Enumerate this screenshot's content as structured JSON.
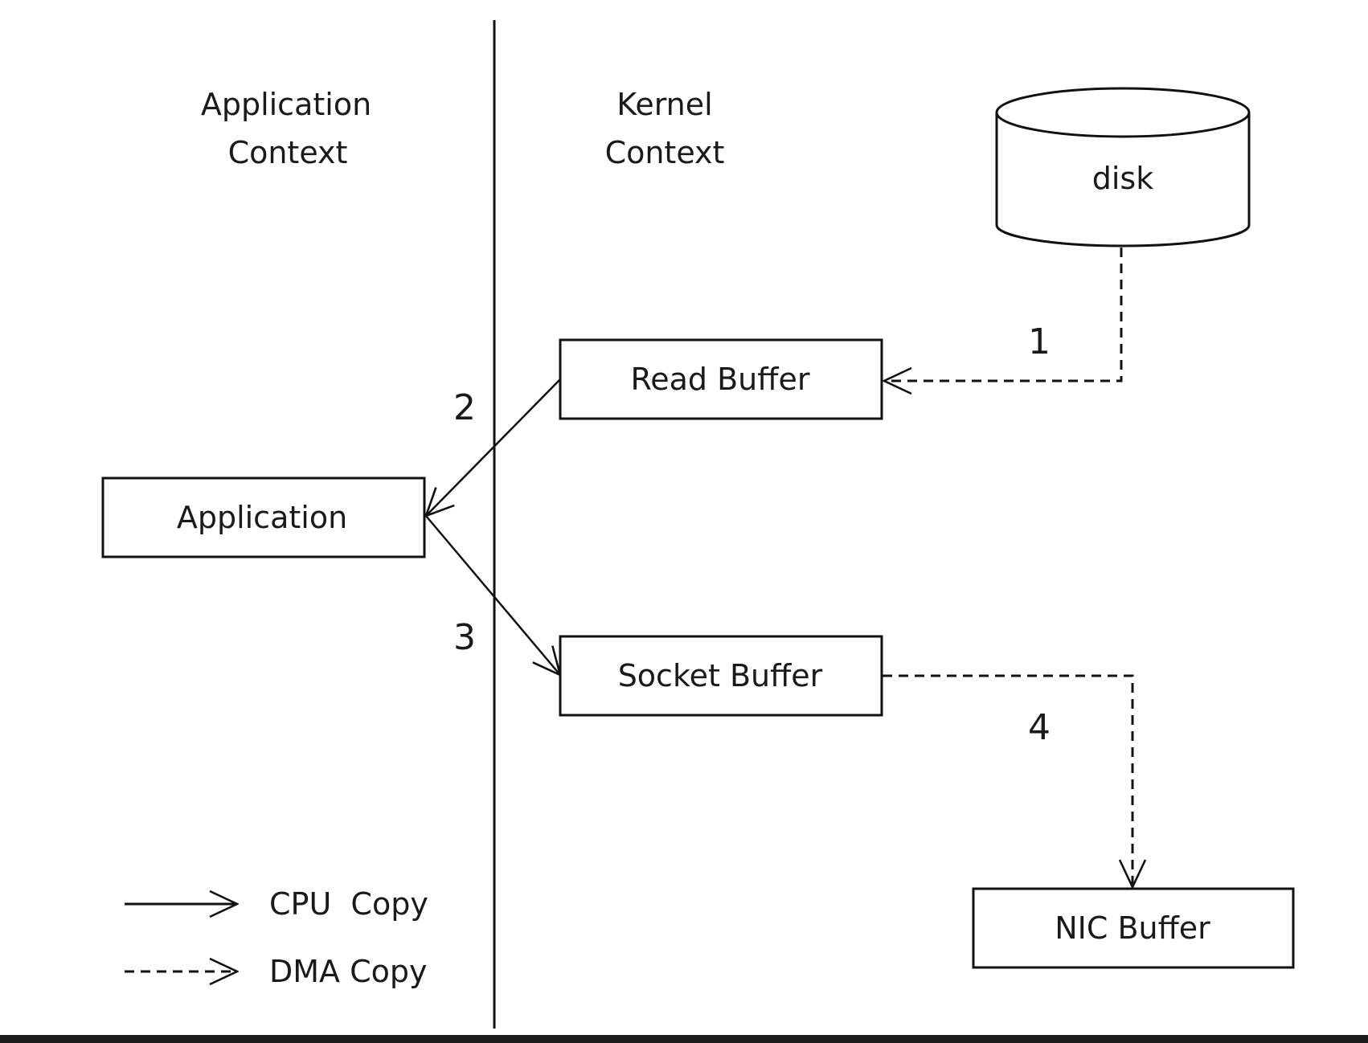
{
  "headers": {
    "application_context": [
      "Application",
      "Context"
    ],
    "kernel_context": [
      "Kernel",
      "Context"
    ]
  },
  "nodes": {
    "disk": "disk",
    "read_buffer": "Read Buffer",
    "application": "Application",
    "socket_buffer": "Socket Buffer",
    "nic_buffer": "NIC Buffer"
  },
  "steps": {
    "step1": "1",
    "step2": "2",
    "step3": "3",
    "step4": "4"
  },
  "edges": [
    {
      "from": "disk",
      "to": "read_buffer",
      "type": "DMA Copy",
      "step": "1"
    },
    {
      "from": "read_buffer",
      "to": "application",
      "type": "CPU Copy",
      "step": "2"
    },
    {
      "from": "application",
      "to": "socket_buffer",
      "type": "CPU Copy",
      "step": "3"
    },
    {
      "from": "socket_buffer",
      "to": "nic_buffer",
      "type": "DMA Copy",
      "step": "4"
    }
  ],
  "legend": {
    "cpu_copy": "CPU  Copy",
    "dma_copy": "DMA Copy"
  },
  "colors": {
    "stroke": "#111111",
    "background": "#ffffff",
    "bottom_bar": "#1c1c1c"
  }
}
